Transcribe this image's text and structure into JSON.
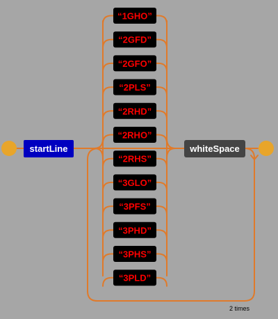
{
  "diagram": {
    "colors": {
      "background": "#a6a6a6",
      "track": "#e07a2a",
      "terminal": "#e8a52a",
      "literal_box": "#000000",
      "literal_text": "#ff0000",
      "start_rule_box": "#0000c0",
      "whitespace_rule_box": "#444444",
      "rule_text": "#ffffff"
    },
    "start_rule": "startLine",
    "end_rule": "whiteSpace",
    "alternatives": [
      "“1GHO”",
      "“2GFD”",
      "“2GFO”",
      "“2PLS”",
      "“2RHD”",
      "“2RHO”",
      "“2RHS”",
      "“3GLO”",
      "“3PFS”",
      "“3PHD”",
      "“3PHS”",
      "“3PLD”"
    ],
    "repeat_note": "2 times"
  }
}
